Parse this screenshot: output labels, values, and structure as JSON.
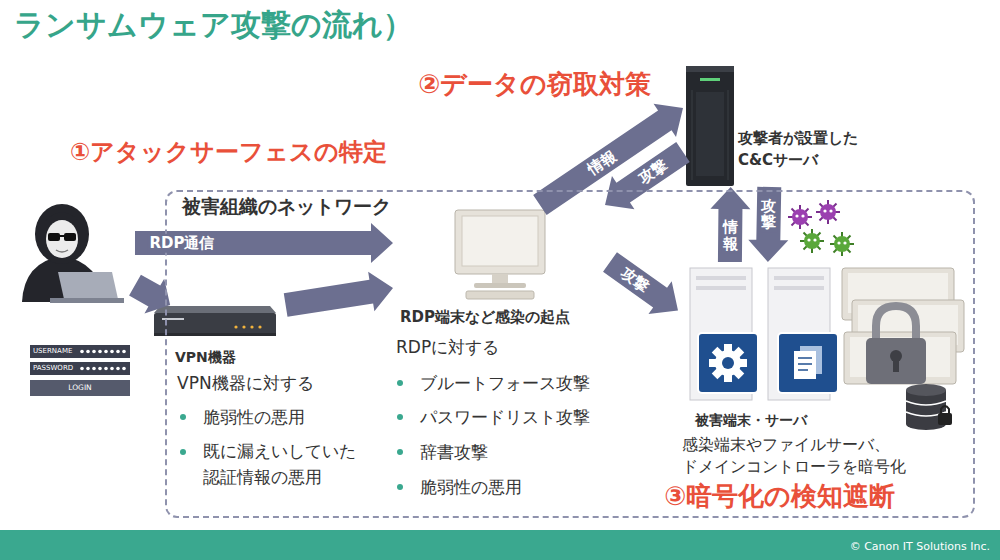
{
  "diagram": {
    "title": "ランサムウェア攻撃の流れ）",
    "nodes": [
      {
        "text": [
          "被害組織のネットワーク"
        ]
      },
      {
        "text": [
          "USERNAME",
          "PASSWORD",
          "LOGIN"
        ]
      },
      {
        "text": [
          "VPN機器",
          "VPN機器に対する",
          "脆弱性の悪用",
          "既に漏えいしていた 認証情報の悪用"
        ],
        "in": 0
      },
      {
        "text": [
          "RDP端末など感染の起点",
          "RDPに対する",
          "ブルートフォース攻撃",
          "パスワードリスト攻撃",
          "辞書攻撃",
          "脆弱性の悪用"
        ],
        "in": 0
      },
      {
        "text": [
          "攻撃者が設置した C&Cサーバ"
        ]
      },
      {
        "text": [
          "被害端末・サーバ",
          "感染端末やファイルサーバ、 ドメインコントローラを暗号化"
        ],
        "in": 0
      }
    ],
    "edges": [
      {
        "from": 1,
        "to": 3,
        "arrow": "to",
        "label": "RDP通信"
      },
      {
        "from": 1,
        "to": 2,
        "arrow": "to"
      },
      {
        "from": 2,
        "to": 3,
        "arrow": "to"
      },
      {
        "from": 3,
        "to": 4,
        "arrow": "to",
        "label": "情報"
      },
      {
        "from": 4,
        "to": 3,
        "arrow": "to",
        "label": "攻撃"
      },
      {
        "from": 3,
        "to": 5,
        "arrow": "to",
        "label": "攻撃"
      },
      {
        "from": 5,
        "to": 4,
        "arrow": "to",
        "label": "情報"
      },
      {
        "from": 4,
        "to": 5,
        "arrow": "to",
        "label": "攻撃"
      }
    ],
    "labels": [
      "①アタックサーフェスの特定",
      "②データの窃取対策",
      "③暗号化の検知遮断",
      "© Canon IT Solutions Inc."
    ]
  }
}
